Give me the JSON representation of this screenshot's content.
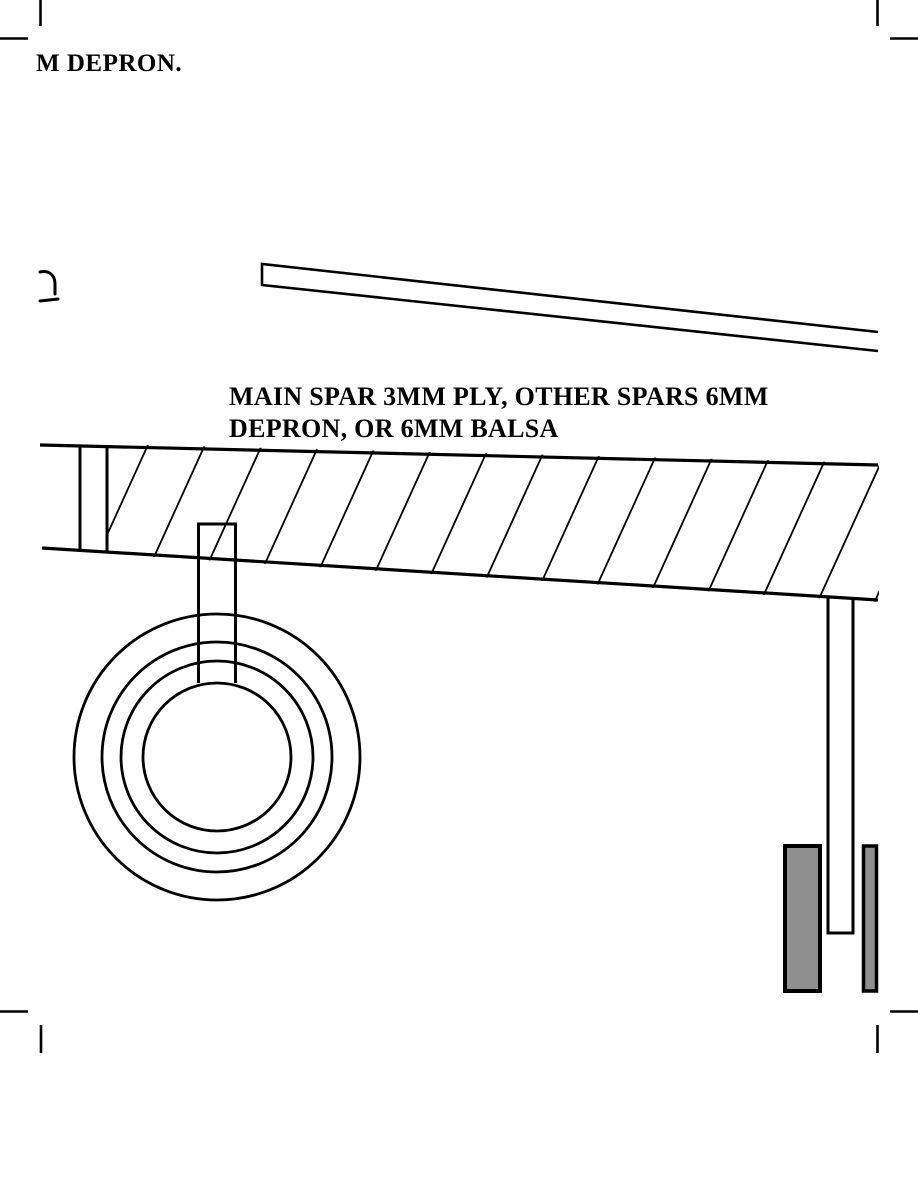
{
  "page": {
    "title_fragment": "M DEPRON."
  },
  "annotation": {
    "line1": "MAIN SPAR 3MM PLY, OTHER SPARS 6MM",
    "line2": "DEPRON, OR 6MM BALSA"
  },
  "colors": {
    "line": "#000000",
    "wheel_fill": "#8f8f8f",
    "background": "#ffffff"
  },
  "diagram": {
    "type": "model-aircraft-plan-section",
    "parts": [
      "page-crop-marks",
      "rib-fragment",
      "tapered-spar-strip",
      "wing-cross-section-hatched",
      "leading-edge-spar-lines",
      "wheel-mount-strut",
      "wheel-concentric-circles",
      "landing-gear-leg",
      "landing-gear-wheel-left-half",
      "landing-gear-wheel-right-half"
    ]
  }
}
